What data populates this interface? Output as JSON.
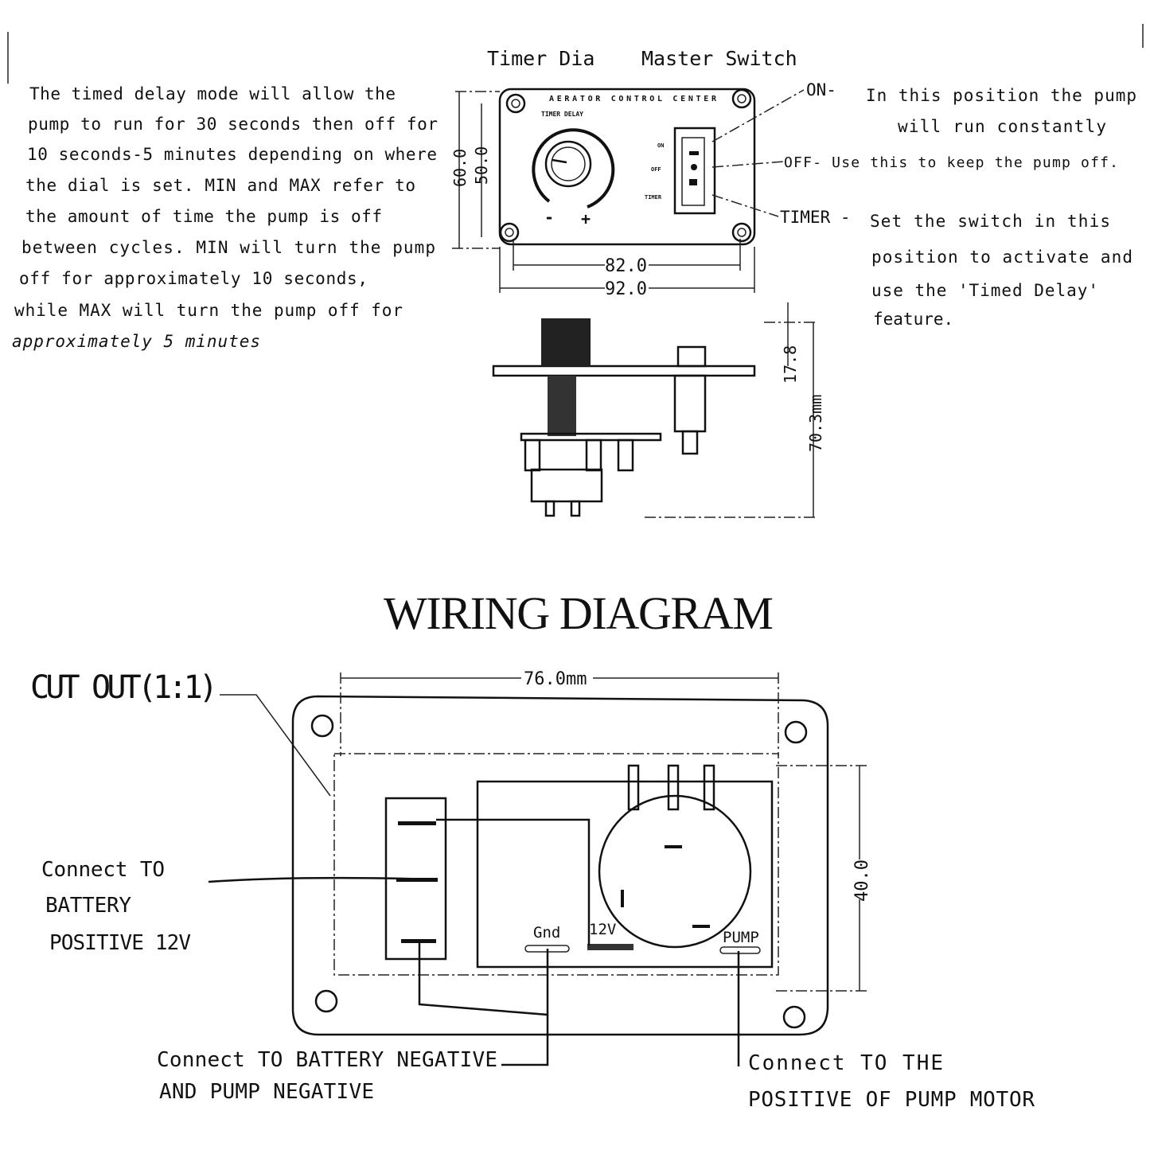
{
  "description_text": [
    "The timed delay mode will allow the",
    "pump to run for 30 seconds then off for",
    "10 seconds-5 minutes depending on where",
    "the dial is set. MIN and MAX refer to",
    "the amount of time the pump is off",
    "between cycles.  MIN will turn the pump",
    "off for approximately 10 seconds,",
    "while MAX will turn the pump off for",
    "approximately 5 minutes"
  ],
  "top_labels": {
    "timer_dial": "Timer Dia",
    "master_switch": "Master Switch"
  },
  "panel": {
    "title": "AERATOR CONTROL CENTER",
    "dial_label": "TIMER DELAY",
    "minus": "-",
    "plus": "+",
    "switch_on": "ON",
    "switch_off": "OFF",
    "switch_timer": "TIMER"
  },
  "dimensions": {
    "height_outer": "60.0",
    "height_inner": "50.0",
    "width_inner": "82.0",
    "width_outer": "92.0",
    "depth_top": "17.8",
    "depth_total": "70.3mm",
    "cutout_width": "76.0mm",
    "cutout_height": "40.0"
  },
  "switch_notes": {
    "on_label": "ON-",
    "on_text_1": "In this position the pump",
    "on_text_2": "will run constantly",
    "off_text": "OFF- Use this to keep the pump off.",
    "timer_label": "TIMER -",
    "timer_text_1": "Set the switch in this",
    "timer_text_2": "position to activate and",
    "timer_text_3": "use the 'Timed Delay'",
    "timer_text_4": "feature."
  },
  "wiring": {
    "title": "WIRING DIAGRAM",
    "cutout": "CUT OUT(1:1)",
    "gnd": "Gnd",
    "v12": "12V",
    "pump": "PUMP",
    "battery_pos_1": "Connect TO",
    "battery_pos_2": "BATTERY",
    "battery_pos_3": "POSITIVE 12V",
    "neg_1": "Connect TO BATTERY NEGATIVE",
    "neg_2": "AND PUMP NEGATIVE",
    "motor_1": "Connect TO  THE",
    "motor_2": "POSITIVE OF PUMP MOTOR"
  }
}
